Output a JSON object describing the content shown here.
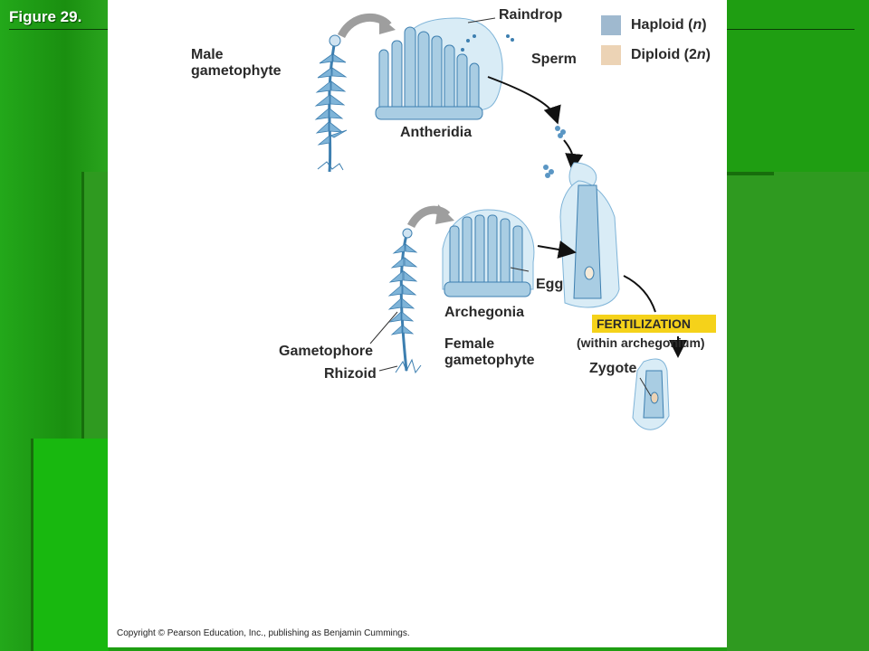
{
  "slide": {
    "title": "Figure 29."
  },
  "figure": {
    "labels": {
      "male_gametophyte": "Male\ngametophyte",
      "raindrop": "Raindrop",
      "sperm": "Sperm",
      "antheridia": "Antheridia",
      "archegonia": "Archegonia",
      "egg": "Egg",
      "female_gametophyte": "Female\ngametophyte",
      "gametophore": "Gametophore",
      "rhizoid": "Rhizoid",
      "fertilization": "FERTILIZATION",
      "fertilization_note": "(within archegonium)",
      "zygote": "Zygote"
    },
    "legend": {
      "haploid_label": "Haploid (n)",
      "diploid_label": "Diploid (2n)",
      "haploid_color": "#9fb9cf",
      "diploid_color": "#ecd3b5"
    },
    "copyright": "Copyright © Pearson Education, Inc., publishing as Benjamin Cummings."
  },
  "colors": {
    "slide_bg": "#1f9e12",
    "fertilization_highlight": "#f5d21a",
    "cell_fill": "#a9cde3",
    "cell_stroke": "#3d7fb0"
  }
}
